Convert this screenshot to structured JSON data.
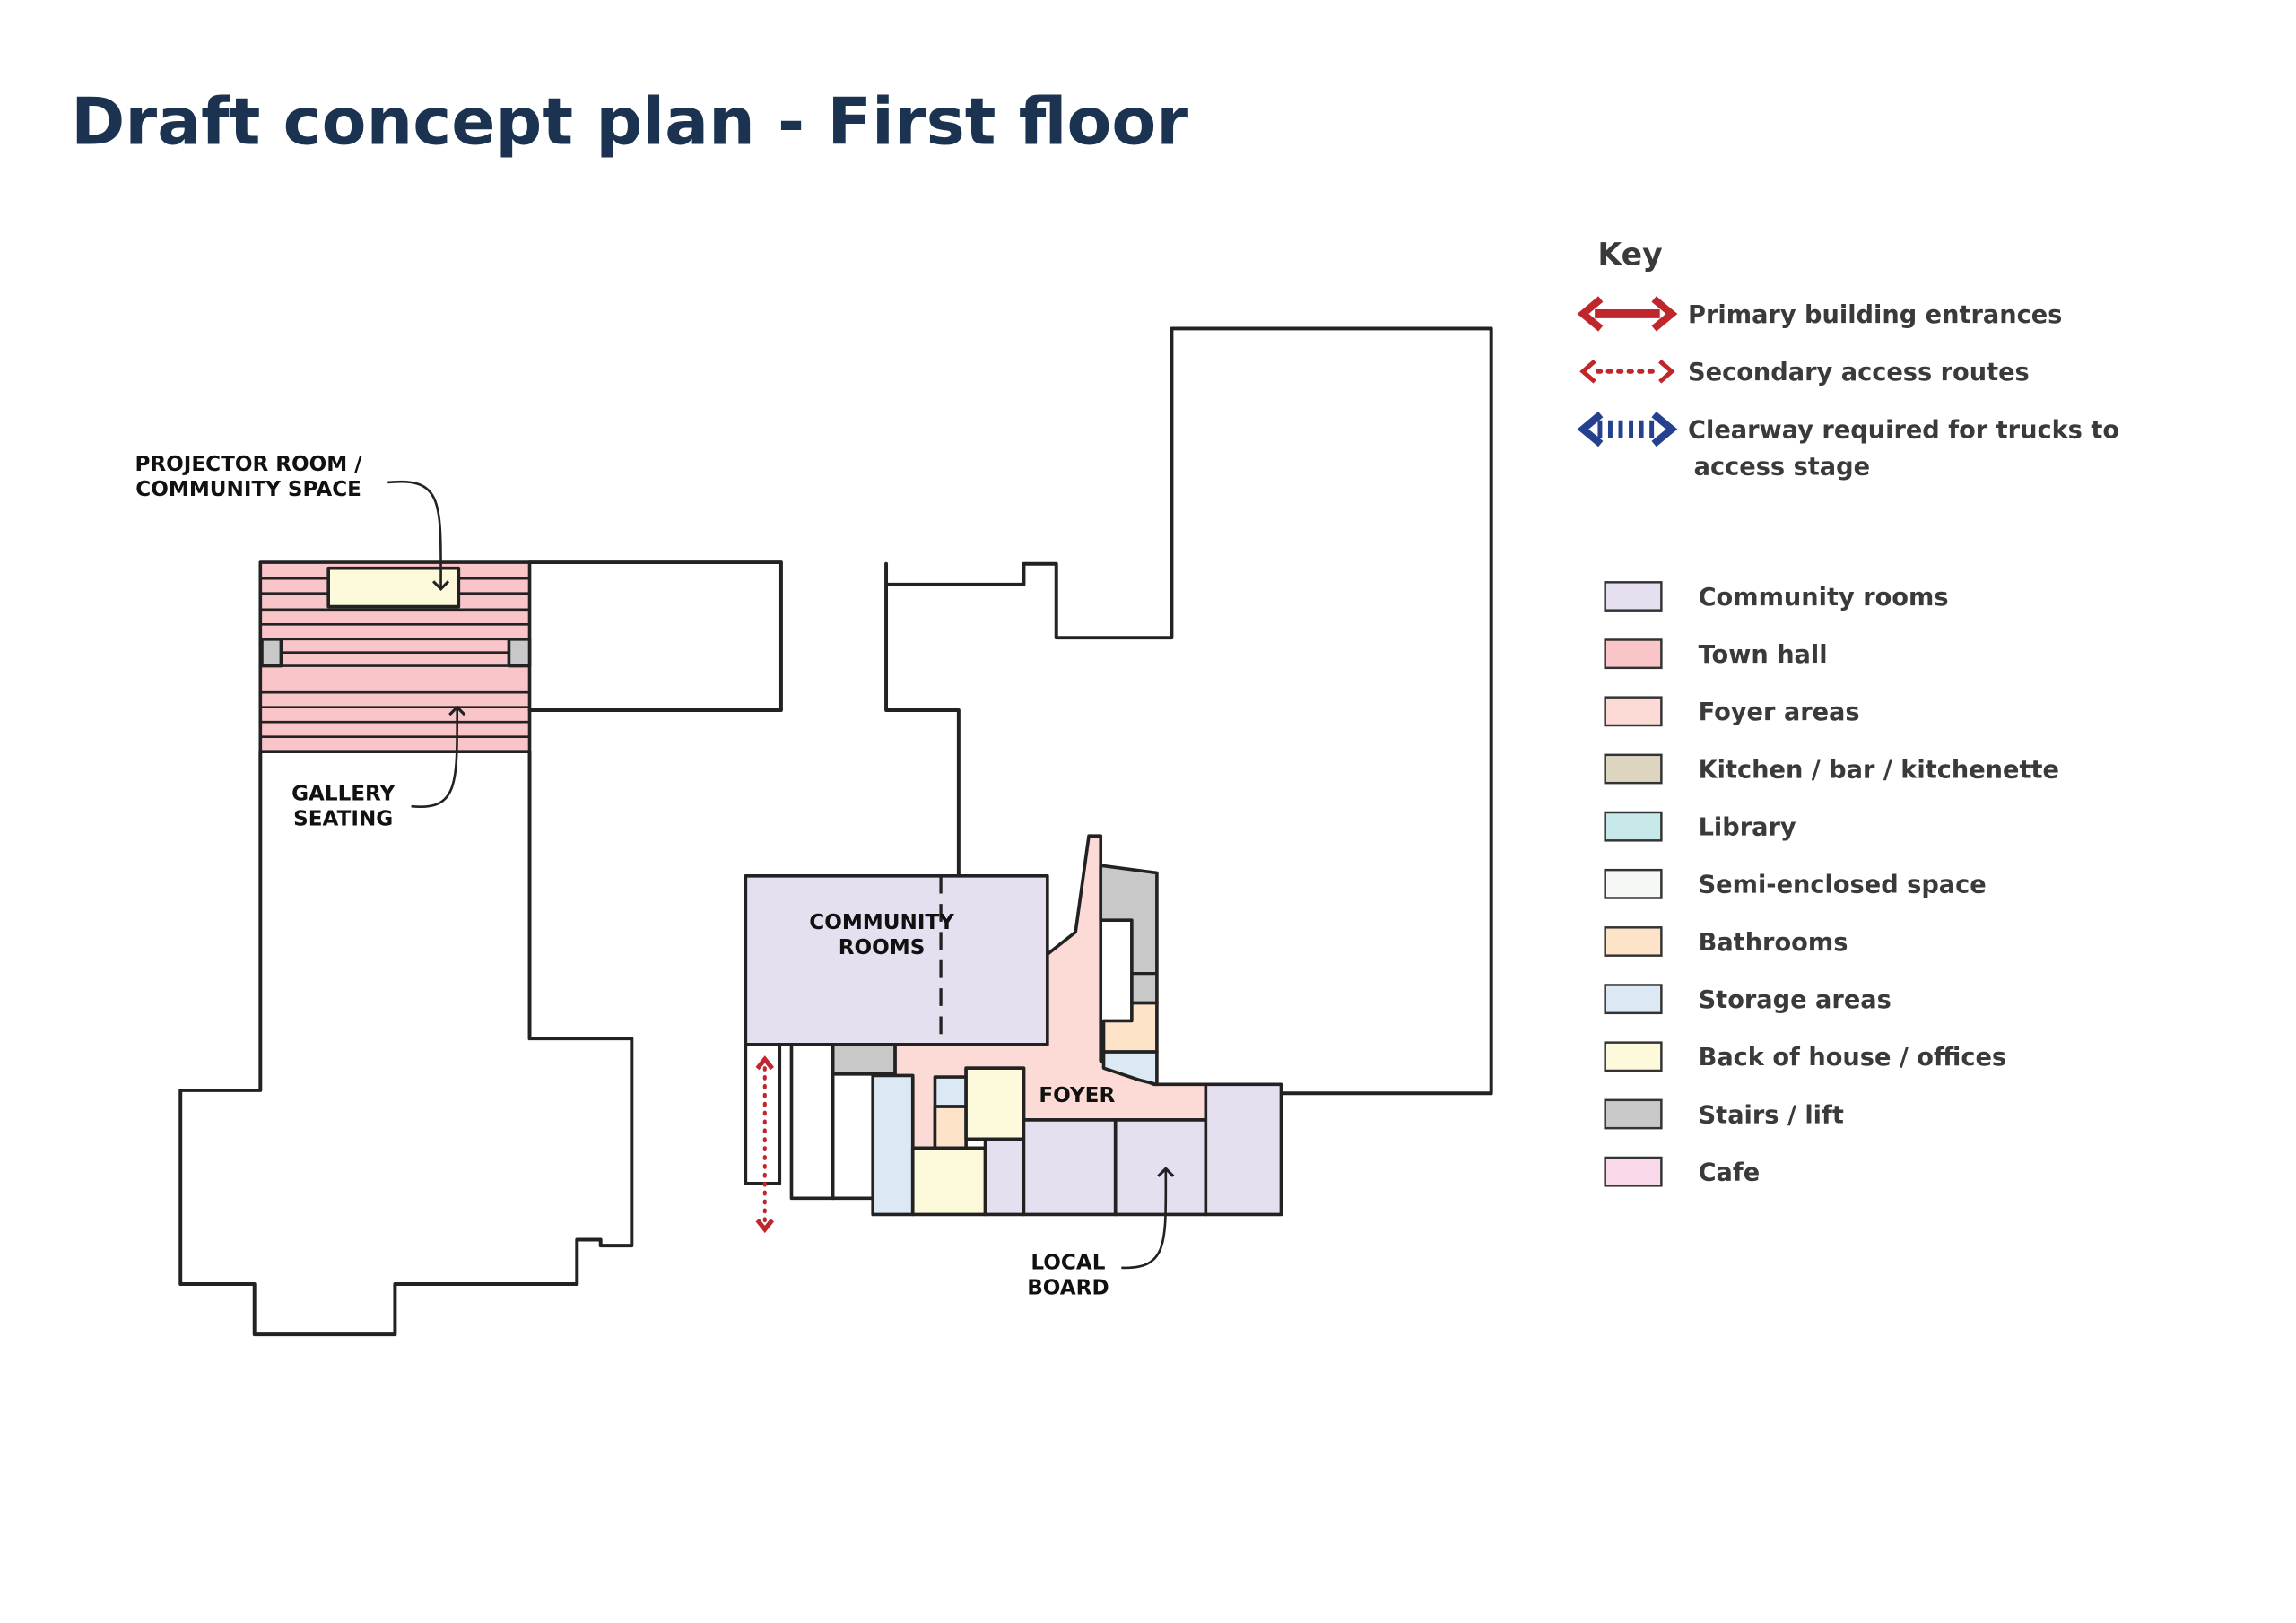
{
  "title": "Draft concept plan - First floor",
  "key": {
    "heading": "Key",
    "routes": [
      {
        "label": "Primary building entrances",
        "color": "#c0272d",
        "icon": "double-arrow-solid-icon"
      },
      {
        "label": "Secondary access routes",
        "color": "#c0272d",
        "icon": "double-arrow-dotted-icon"
      },
      {
        "label_line1": "Clearway required for trucks to",
        "label_line2": "access stage",
        "color": "#25408f",
        "icon": "double-arrow-striped-icon"
      }
    ],
    "areas": [
      {
        "label": "Community rooms",
        "color": "#e6dff0"
      },
      {
        "label": "Town hall",
        "color": "#f9c5c8"
      },
      {
        "label": "Foyer areas",
        "color": "#fcdad6"
      },
      {
        "label": "Kitchen / bar / kitchenette",
        "color": "#ddd5c0"
      },
      {
        "label": "Library",
        "color": "#c8e9e9"
      },
      {
        "label": "Semi-enclosed space",
        "color": "#f6f8f6"
      },
      {
        "label": "Bathrooms",
        "color": "#fde4c8"
      },
      {
        "label": "Storage areas",
        "color": "#dde8f5"
      },
      {
        "label": "Back of house / offices",
        "color": "#fdfadb"
      },
      {
        "label": "Stairs / lift",
        "color": "#c8c8c8"
      },
      {
        "label": "Cafe",
        "color": "#fadaea"
      }
    ]
  },
  "plan_labels": {
    "projector_line1": "PROJECTOR ROOM /",
    "projector_line2": "COMMUNITY SPACE",
    "gallery_line1": "GALLERY",
    "gallery_line2": "SEATING",
    "community_line1": "COMMUNITY",
    "community_line2": "ROOMS",
    "foyer": "FOYER",
    "local_line1": "LOCAL",
    "local_line2": "BOARD"
  }
}
